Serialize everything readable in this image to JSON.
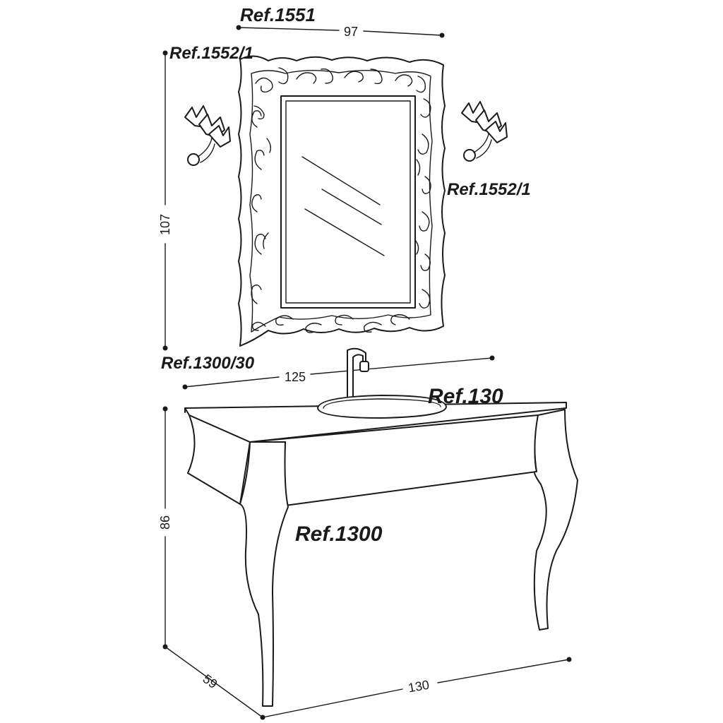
{
  "refs": {
    "mirror": "Ref.1551",
    "lamp_left": "Ref.1552/1",
    "lamp_right": "Ref.1552/1",
    "top": "Ref.1300/30",
    "basin": "Ref.130",
    "cabinet": "Ref.1300"
  },
  "dimensions": {
    "mirror_width": "97",
    "mirror_height": "107",
    "top_width": "125",
    "cabinet_height": "86",
    "depth": "59",
    "cabinet_width": "130"
  }
}
